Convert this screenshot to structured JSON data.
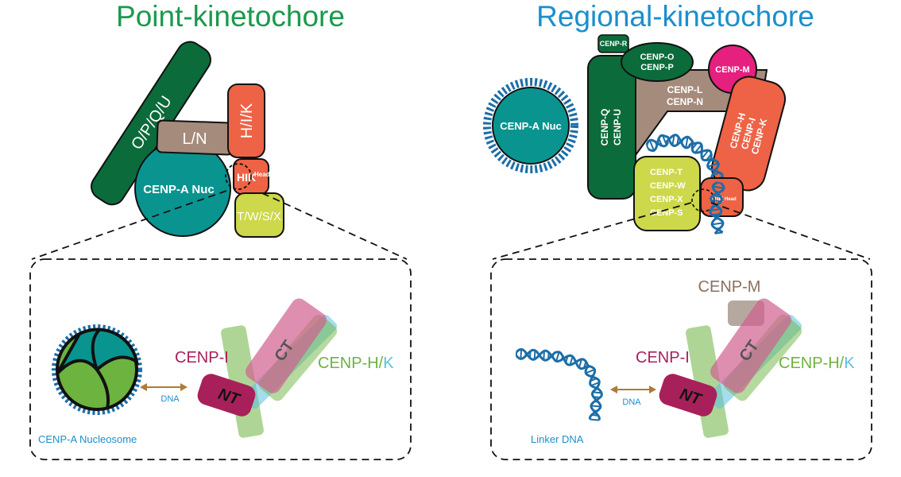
{
  "titles": {
    "point": "Point-kinetochore",
    "regional": "Regional-kinetochore"
  },
  "colors": {
    "point_title": "#1a9a4c",
    "regional_title": "#1b8fcc",
    "dna": "#1c6ea8",
    "cenp_a": "#0a9490",
    "dark_green": "#0b6b3a",
    "brown": "#a58b7c",
    "orange": "#ee6245",
    "yellow_green": "#cdd84a",
    "magenta": "#e5207e",
    "maroon": "#a8205a",
    "ch_green": "#6db33f",
    "ck_blue": "#5bbfe0"
  },
  "point": {
    "opqu": "O/P/Q/U",
    "ln": "L/N",
    "hik": "H/I/K",
    "nuc": "CENP-A Nuc",
    "hik_head": "HIK",
    "head_sup": "Head",
    "twsx": "T/W/S/X",
    "inset": {
      "cenp_i": "CENP-I",
      "nt": "NT",
      "ct": "CT",
      "cenp_h": "CENP-H/",
      "cenp_k": "K",
      "dna": "DNA",
      "nucleosome": "CENP-A Nucleosome"
    }
  },
  "regional": {
    "nuc": "CENP-A Nuc",
    "cenp_r": "CENP-R",
    "cenp_o": "CENP-O",
    "cenp_p": "CENP-P",
    "cenp_q": "CENP-Q",
    "cenp_u": "CENP-U",
    "cenp_l": "CENP-L",
    "cenp_n": "CENP-N",
    "cenp_m": "CENP-M",
    "cenp_h": "CENP-H",
    "cenp_i": "CENP-I",
    "cenp_k": "CENP-K",
    "cenp_t": "CENP-T",
    "cenp_w": "CENP-W",
    "cenp_x": "CENP-X",
    "cenp_s": "CENP-S",
    "hik_head": "HIK",
    "head_sup": "Head",
    "inset": {
      "cenp_m": "CENP-M",
      "cenp_i": "CENP-I",
      "nt": "NT",
      "ct": "CT",
      "cenp_h": "CENP-H/",
      "cenp_k": "K",
      "dna": "DNA",
      "linker": "Linker DNA"
    }
  }
}
